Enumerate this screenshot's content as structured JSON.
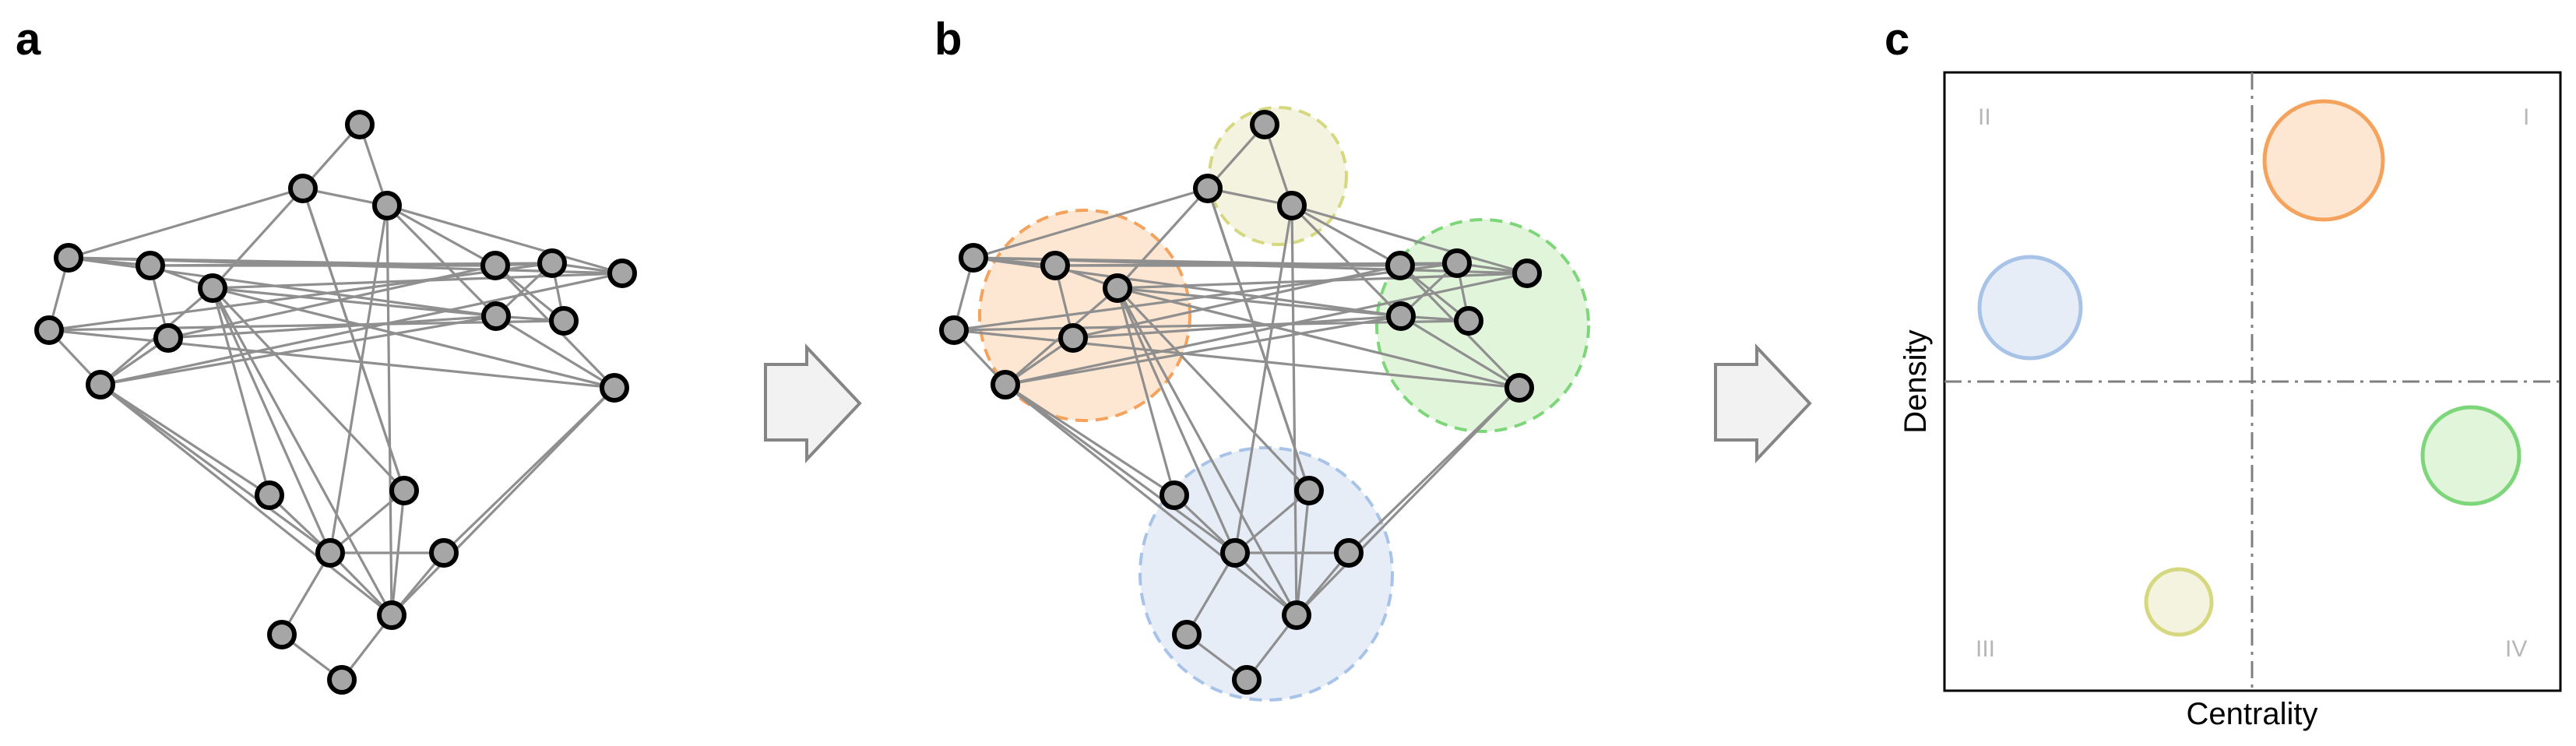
{
  "panels": {
    "a": {
      "label": "a"
    },
    "b": {
      "label": "b"
    },
    "c": {
      "label": "c"
    }
  },
  "colors": {
    "orange": "#f5a25d",
    "orange_fill": "#fde6d2",
    "yellow": "#d5d87f",
    "yellow_fill": "#f3f3df",
    "green": "#7ed67a",
    "green_fill": "#e1f5db",
    "blue": "#a8c3e8",
    "blue_fill": "#e6edf7",
    "edge": "#8f8f8f",
    "node_fill": "#a6a6a6"
  },
  "quadrant_chart": {
    "xlabel": "Centrality",
    "ylabel": "Density",
    "quadrants": [
      "I",
      "II",
      "III",
      "IV"
    ],
    "clusters": [
      {
        "color": "orange",
        "quadrant": "I"
      },
      {
        "color": "blue",
        "quadrant": "II"
      },
      {
        "color": "yellow",
        "quadrant": "III"
      },
      {
        "color": "green",
        "quadrant": "IV"
      }
    ]
  },
  "arrows": [
    "arrow-a-to-b",
    "arrow-b-to-c"
  ]
}
